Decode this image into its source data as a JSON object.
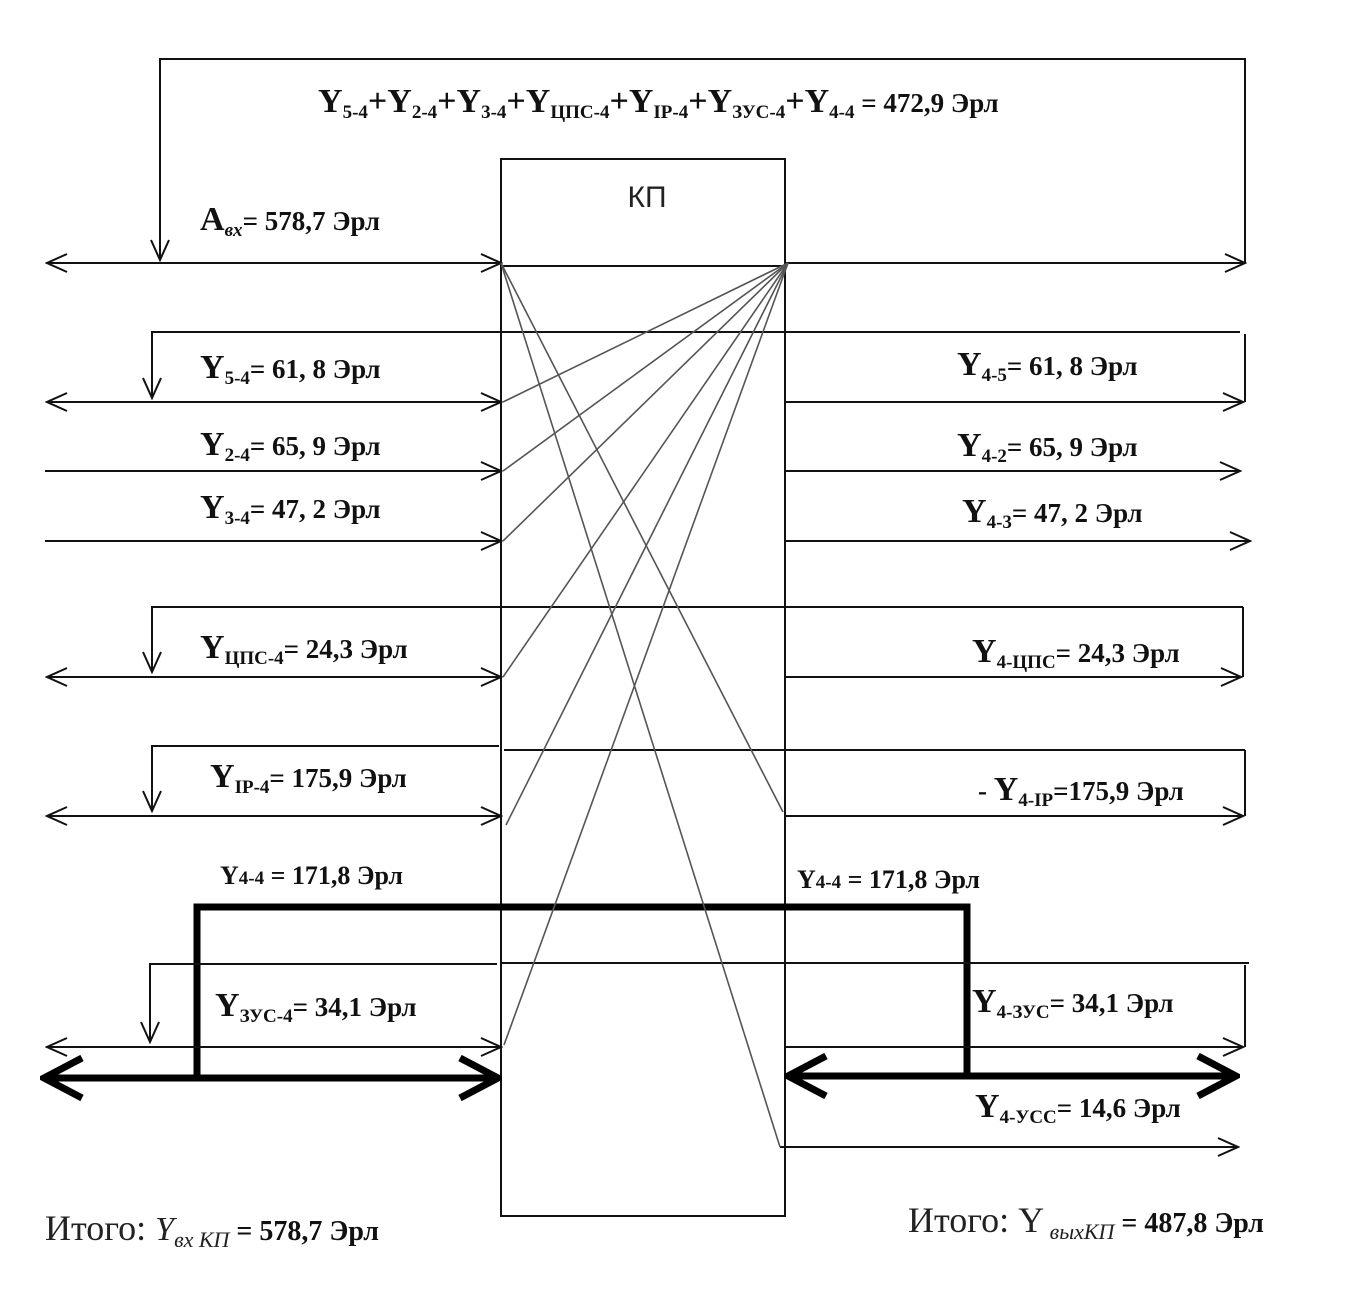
{
  "block": {
    "title": "КП"
  },
  "top_sum": {
    "y1": "Y",
    "s1": "5-4",
    "p1": "+",
    "y2": "Y",
    "s2": "2-4",
    "p2": "+",
    "y3": "Y",
    "s3": "3-4",
    "p3": "+",
    "y4": "Y",
    "s4": "ЦПС-4",
    "p4": "+",
    "y5": "Y",
    "s5": "IP-4",
    "p5": "+",
    "y6": "Y",
    "s6": "ЗУС-4",
    "p6": "+",
    "y7": "Y",
    "s7": "4-4",
    "value": " = 472,9 Эрл"
  },
  "incoming": {
    "a_in": {
      "sym": "A",
      "sub": "вх",
      "value": "= 578,7 Эрл"
    },
    "y5_4": {
      "sym": "Y",
      "sub": "5-4",
      "value": "= 61, 8 Эрл"
    },
    "y2_4": {
      "sym": "Y",
      "sub": "2-4",
      "value": "= 65, 9 Эрл"
    },
    "y3_4": {
      "sym": "Y",
      "sub": "3-4",
      "value": "= 47, 2 Эрл"
    },
    "yc_4": {
      "sym": "Y",
      "sub": "ЦПС-4",
      "value": "= 24,3 Эрл"
    },
    "yip_4": {
      "sym": "Y",
      "sub": "IP-4",
      "value": "= 175,9 Эрл"
    },
    "y44": {
      "sym": "Y",
      "sub": "4-4",
      "value": " = 171,8 Эрл"
    },
    "yz_4": {
      "sym": "Y",
      "sub": "ЗУС-4",
      "value": "=  34,1 Эрл"
    }
  },
  "outgoing": {
    "y4_5": {
      "sym": "Y",
      "sub": "4-5",
      "value": "= 61, 8 Эрл"
    },
    "y4_2": {
      "sym": "Y",
      "sub": "4-2",
      "value": "= 65, 9 Эрл"
    },
    "y4_3": {
      "sym": "Y",
      "sub": "4-3",
      "value": "= 47, 2 Эрл"
    },
    "y4_c": {
      "sym": "Y",
      "sub": "4-ЦПС",
      "value": "= 24,3 Эрл"
    },
    "y4_ip": {
      "pre": "- ",
      "sym": "Y",
      "sub": "4-IP",
      "value": "=175,9 Эрл"
    },
    "y44": {
      "sym": "Y",
      "sub": "4-4",
      "value": " = 171,8 Эрл"
    },
    "y4_z": {
      "sym": "Y",
      "sub": "4-ЗУС",
      "value": "= 34,1 Эрл"
    },
    "y4_usc": {
      "sym": "Y",
      "sub": "4-УСС",
      "value": "= 14,6 Эрл"
    }
  },
  "totals": {
    "in": {
      "label": "Итого: ",
      "sym": "Y",
      "sub": "вх КП",
      "value": " = 578,7 Эрл"
    },
    "out": {
      "label": "Итого: ",
      "sym": "Y",
      "sub": " выхКП",
      "value": " = 487,8 Эрл"
    }
  }
}
